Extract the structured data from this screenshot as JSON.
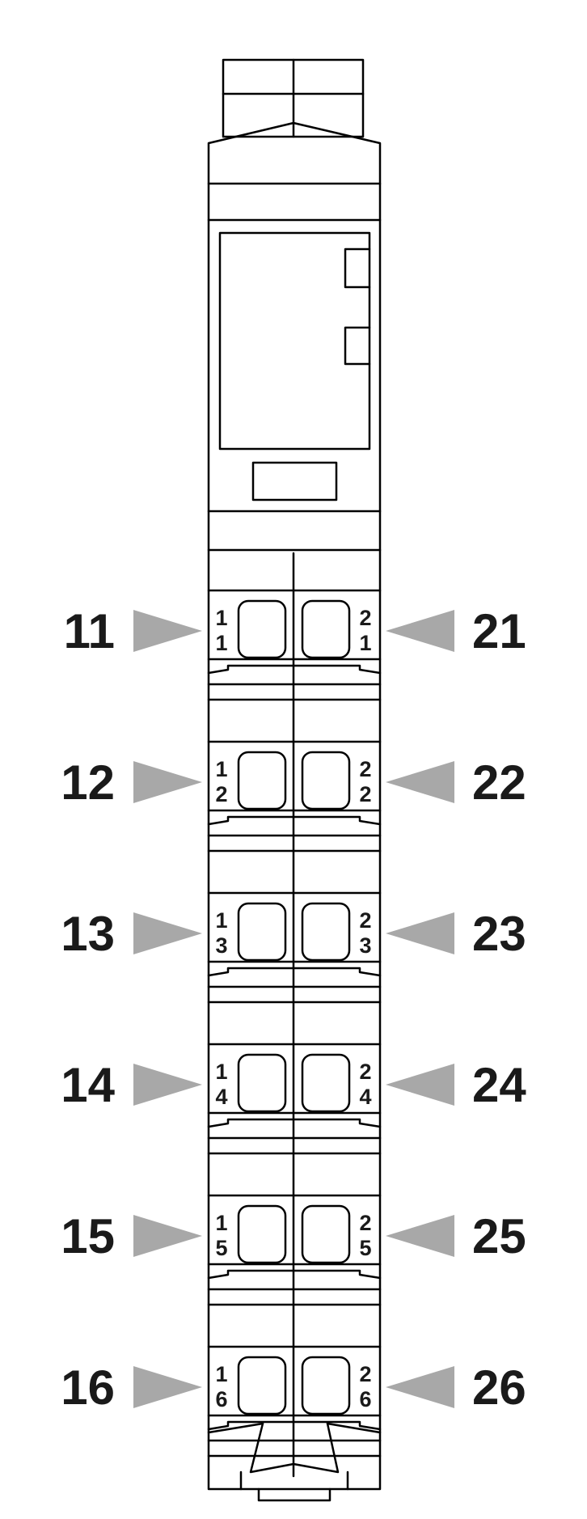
{
  "diagram": {
    "stroke_color": "#000000",
    "arrow_color": "#a8a8a8",
    "label_color": "#1a1a1a",
    "terminals": [
      {
        "left": {
          "label": "11",
          "d1": "1",
          "d2": "1"
        },
        "right": {
          "label": "21",
          "d1": "2",
          "d2": "1"
        }
      },
      {
        "left": {
          "label": "12",
          "d1": "1",
          "d2": "2"
        },
        "right": {
          "label": "22",
          "d1": "2",
          "d2": "2"
        }
      },
      {
        "left": {
          "label": "13",
          "d1": "1",
          "d2": "3"
        },
        "right": {
          "label": "23",
          "d1": "2",
          "d2": "3"
        }
      },
      {
        "left": {
          "label": "14",
          "d1": "1",
          "d2": "4"
        },
        "right": {
          "label": "24",
          "d1": "2",
          "d2": "4"
        }
      },
      {
        "left": {
          "label": "15",
          "d1": "1",
          "d2": "5"
        },
        "right": {
          "label": "25",
          "d1": "2",
          "d2": "5"
        }
      },
      {
        "left": {
          "label": "16",
          "d1": "1",
          "d2": "6"
        },
        "right": {
          "label": "26",
          "d1": "2",
          "d2": "6"
        }
      }
    ]
  }
}
